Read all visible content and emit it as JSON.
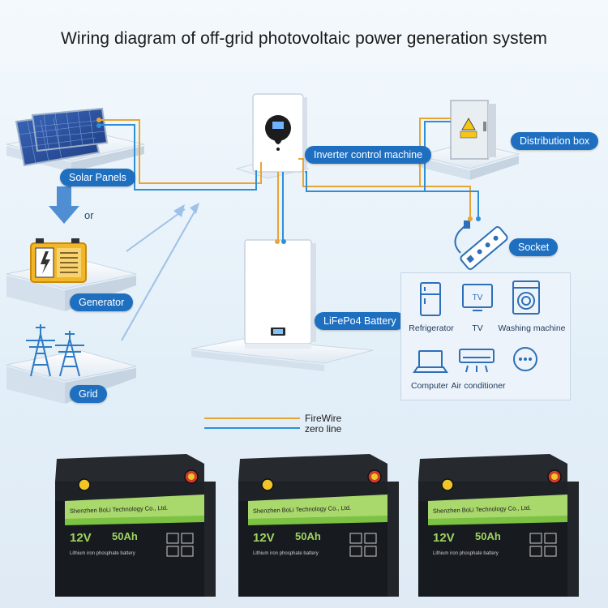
{
  "title": "Wiring diagram of off-grid photovoltaic power generation system",
  "labels": {
    "solar_panels": "Solar Panels",
    "generator": "Generator",
    "grid": "Grid",
    "or": "or",
    "inverter": "Inverter control machine",
    "battery": "LiFePo4 Battery",
    "distribution_box": "Distribution box",
    "socket": "Socket"
  },
  "appliances": [
    {
      "label": "Refrigerator",
      "icon": "refrigerator-icon"
    },
    {
      "label": "TV",
      "icon": "tv-icon"
    },
    {
      "label": "Washing machine",
      "icon": "washing-machine-icon"
    },
    {
      "label": "Computer",
      "icon": "computer-icon"
    },
    {
      "label": "Air conditioner",
      "icon": "air-conditioner-icon"
    },
    {
      "label": "",
      "icon": "more-icon"
    }
  ],
  "tv_screen_text": "TV",
  "legend": {
    "firewire": "FireWire",
    "zero_line": "zero line",
    "firewire_color": "#e8a534",
    "zero_line_color": "#2f8fd6"
  },
  "batteries": [
    {
      "company": "Shenzhen BoLi Technology Co., Ltd.",
      "voltage": "12V",
      "capacity": "50Ah",
      "type": "Lithium iron phosphate battery"
    },
    {
      "company": "Shenzhen BoLi Technology Co., Ltd.",
      "voltage": "12V",
      "capacity": "50Ah",
      "type": "Lithium iron phosphate battery"
    },
    {
      "company": "Shenzhen BoLi Technology Co., Ltd.",
      "voltage": "12V",
      "capacity": "50Ah",
      "type": "Lithium iron phosphate battery"
    }
  ],
  "colors": {
    "accent": "#1f6fc0",
    "battery_green": "#7cc243",
    "battery_body": "#171b20"
  }
}
